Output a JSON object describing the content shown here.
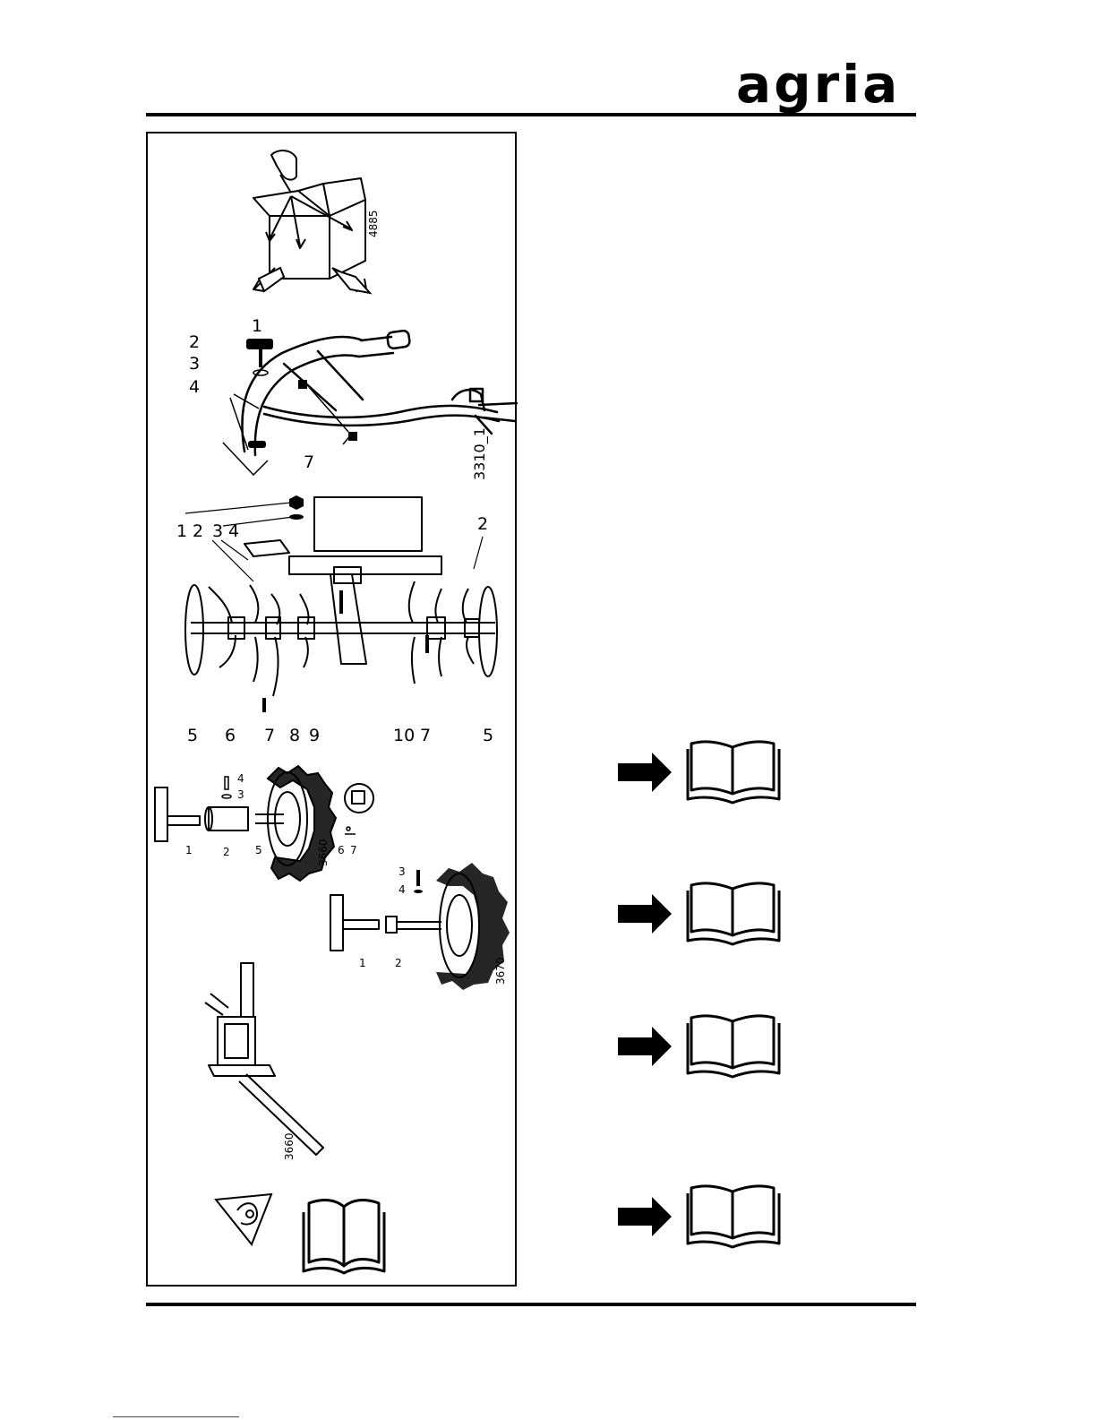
{
  "header": {
    "brand_logo": "agria"
  },
  "figures": {
    "unpack": {
      "ref": "4885"
    },
    "handlebar": {
      "labels": [
        "1",
        "2",
        "3",
        "4",
        "7"
      ],
      "ref": "3310_1"
    },
    "tiller": {
      "labels_top": [
        "1",
        "2",
        "3",
        "4"
      ],
      "label_right": "2",
      "labels_bottom": [
        "5",
        "6",
        "7",
        "8",
        "9",
        "10",
        "7",
        "5"
      ]
    },
    "wheel_a": {
      "labels": [
        "1",
        "2",
        "3",
        "4",
        "5",
        "6",
        "7"
      ],
      "ref": "3660"
    },
    "wheel_b": {
      "labels": [
        "1",
        "2",
        "3",
        "4"
      ],
      "ref": "3670"
    },
    "stand": {
      "ref": "3660"
    }
  },
  "icons": {
    "manual_ref": "see-manual-icon",
    "warning": "warning-triangle-icon",
    "book": "book-icon",
    "arrow": "arrow-right-icon"
  }
}
